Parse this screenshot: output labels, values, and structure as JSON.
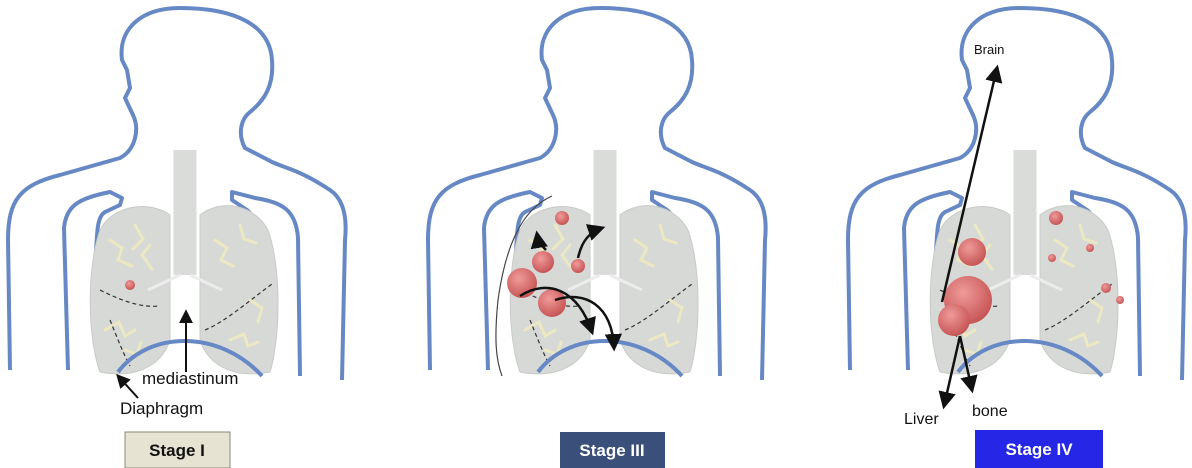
{
  "panels": [
    {
      "badge": "Stage I",
      "badge_bg": "#e6e3d3",
      "badge_fg": "#111111",
      "labels": {
        "mediastinum": "mediastinum",
        "diaphragm": "Diaphragm"
      }
    },
    {
      "badge": "Stage III",
      "badge_bg": "#3a4f7a",
      "badge_fg": "#ffffff"
    },
    {
      "badge": "Stage IV",
      "badge_bg": "#2626e6",
      "badge_fg": "#ffffff",
      "labels": {
        "brain": "Brain",
        "liver": "Liver",
        "bone": "bone"
      }
    }
  ],
  "colors": {
    "outline": "#6688c4",
    "lung": "#d9dcd9",
    "vessels": "#ece8c2",
    "tumor": "#d66a6a",
    "arrow": "#111111"
  }
}
